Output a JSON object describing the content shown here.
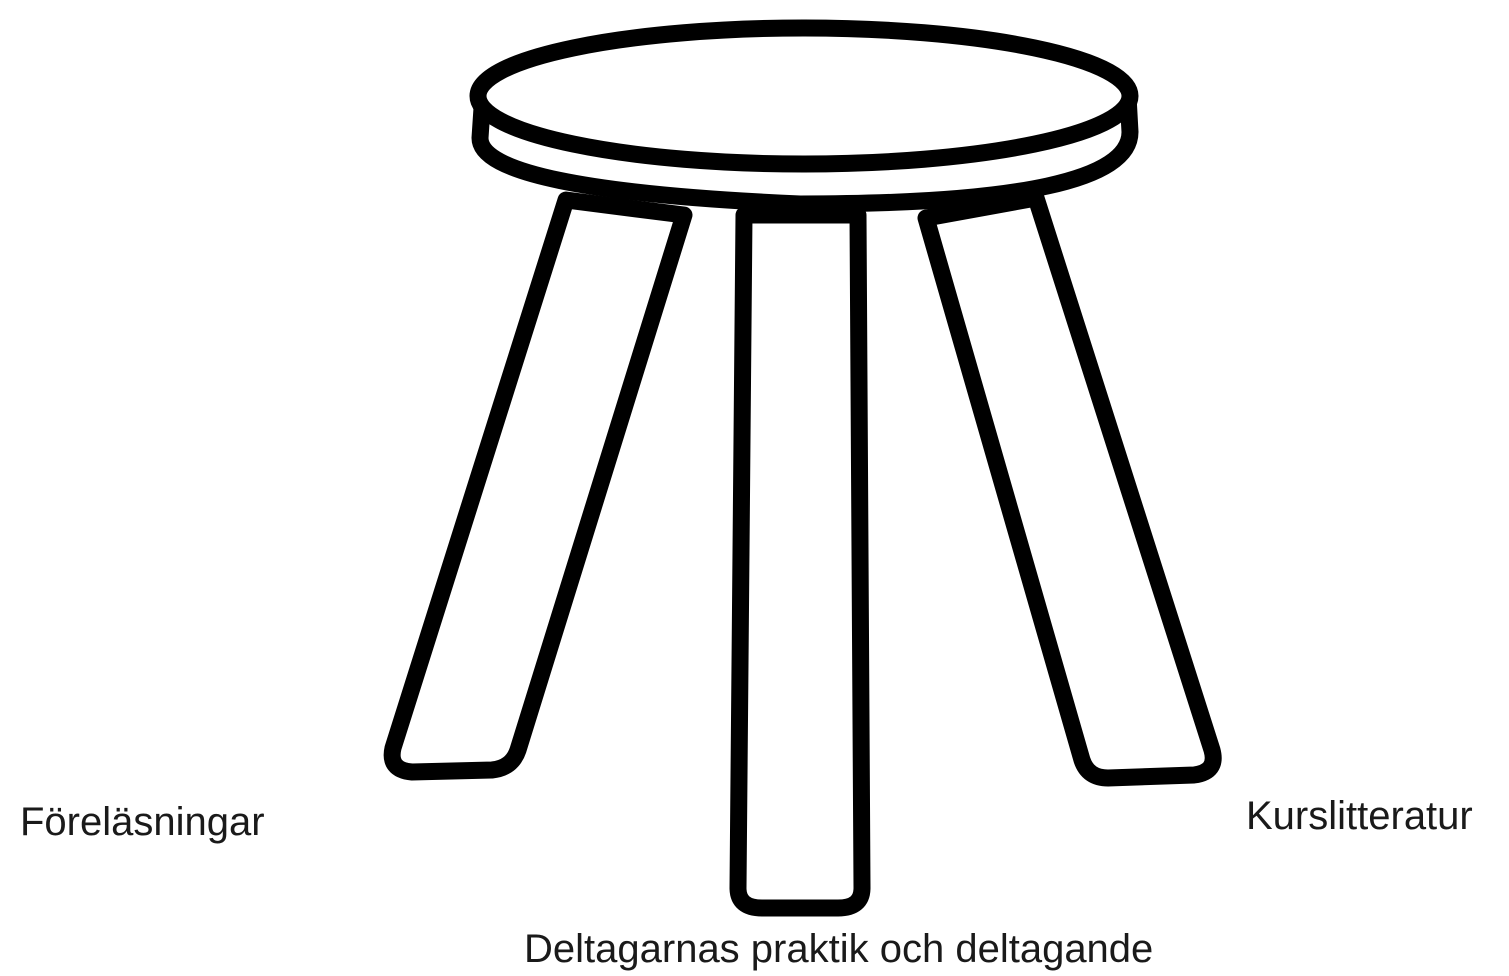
{
  "illustration": {
    "icon": "three-legged-stool-icon",
    "stroke_color": "#000000",
    "fill_color": "#ffffff"
  },
  "labels": {
    "left_leg": "Föreläsningar",
    "right_leg": "Kurslitteratur",
    "center_leg": "Deltagarnas praktik och deltagande"
  }
}
